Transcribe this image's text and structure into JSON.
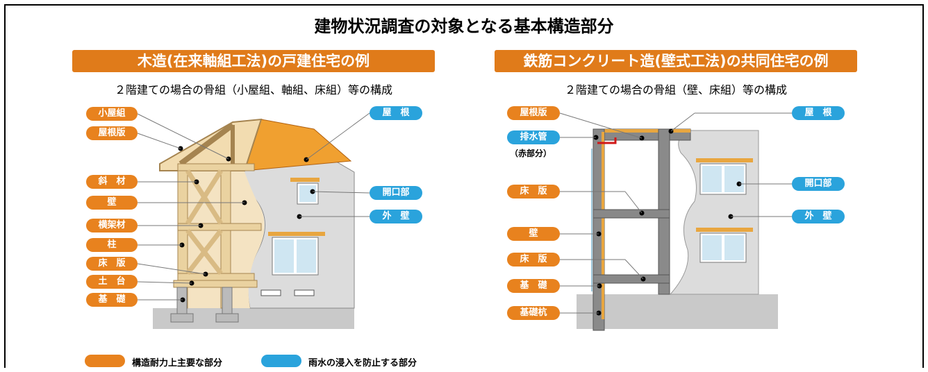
{
  "title": "建物状況調査の対象となる基本構造部分",
  "left": {
    "banner": "木造(在来軸組工法)の戸建住宅の例",
    "subtitle": "２階建ての場合の骨組（小屋組、軸組、床組）等の構成",
    "labels_structural": [
      "小屋組",
      "屋根版",
      "斜　材",
      "壁",
      "横架材",
      "柱",
      "床　版",
      "土　台",
      "基　礎"
    ],
    "labels_rain": [
      "屋　根",
      "開口部",
      "外　壁"
    ]
  },
  "right": {
    "banner": "鉄筋コンクリート造(壁式工法)の共同住宅の例",
    "subtitle": "２階建ての場合の骨組（壁、床組）等の構成",
    "labels_structural": [
      "屋根版",
      "床　版",
      "壁",
      "床　版",
      "基　礎",
      "基礎杭"
    ],
    "labels_rain": [
      "排水管",
      "屋　根",
      "開口部",
      "外　壁"
    ],
    "drain_note": "（赤部分）"
  },
  "legend": {
    "structural": "構造耐力上主要な部分",
    "rain": "雨水の浸入を防止する部分"
  },
  "colors": {
    "structural": "#e8821e",
    "rain": "#2aa3dc",
    "banner": "#e07b1a"
  }
}
